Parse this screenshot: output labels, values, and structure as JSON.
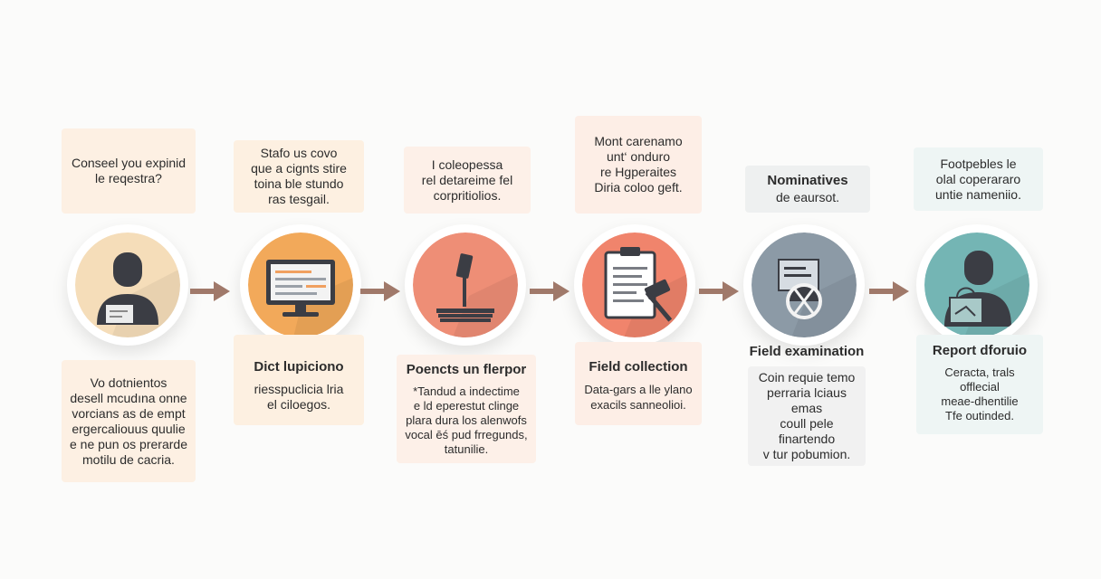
{
  "colors": {
    "arrow": "#a0796a",
    "icon_dark": "#3b3d44",
    "steps": [
      "#f5ddb9",
      "#f2a95a",
      "#ee8e76",
      "#f0846c",
      "#8c9aa6",
      "#74b5b4"
    ],
    "cards_top": [
      "#fdf0e3",
      "#fdf0e1",
      "#fdf0e8",
      "#fdeee6",
      "#eef0f0",
      "#eef5f4"
    ],
    "cards_bottom": [
      "#fdf0e3",
      "#fdf0e1",
      "#fdf0e8",
      "#fdeee6",
      "#f1f1f1",
      "#eef5f4"
    ]
  },
  "steps": [
    {
      "icon": "person-icon",
      "top_text": "Conseel you expinid\nle reqestra?",
      "title": "",
      "bottom_text": "Vo dotnientos\ndesell mcudına onne\nvorcians as de empt\nergercaliouus quulie\ne ne pun os prerarde\nmotilu de cacria."
    },
    {
      "icon": "monitor-icon",
      "top_text": "Stafo us covo\nque a cignts stire\ntoina ble stundo\nras tesgail.",
      "title": "Dict lupiciono",
      "bottom_text": "riesspuclicia lria\nel ciloegos."
    },
    {
      "icon": "microscope-icon",
      "top_text": "I coleopessa\nrel detareime fel\ncorpritiolios.",
      "title": "Poencts un flerpor",
      "bottom_text": "*Tandud a indectime\ne ld eperestut clinge\nplara dura los alenwofs\nvocal ēś pud frregunds,\ntatunilie."
    },
    {
      "icon": "clipboard-icon",
      "top_text": "Mont carenamo\nunt‘ onduro\nre Hgperaites\nDiria coloo geft.",
      "title": "Field collection",
      "bottom_text": "Data-gars a lle ylano\nexacils sanneolioi."
    },
    {
      "icon": "scanner-icon",
      "top_text": "de eaursot.",
      "top_title": "Nominatives",
      "title": "Field examination",
      "bottom_text": "Coin requie temo\nperraria lciaus emas\ncoull pele finartendo\nv tur pobumion."
    },
    {
      "icon": "report-person-icon",
      "top_text": "Footpebles le\nolal coperararo\nuntie nameniio.",
      "title": "Report dforuio",
      "bottom_text": "Ceracta, trals offlecial\nmeae-dhentilie\nTfe outinded."
    }
  ]
}
